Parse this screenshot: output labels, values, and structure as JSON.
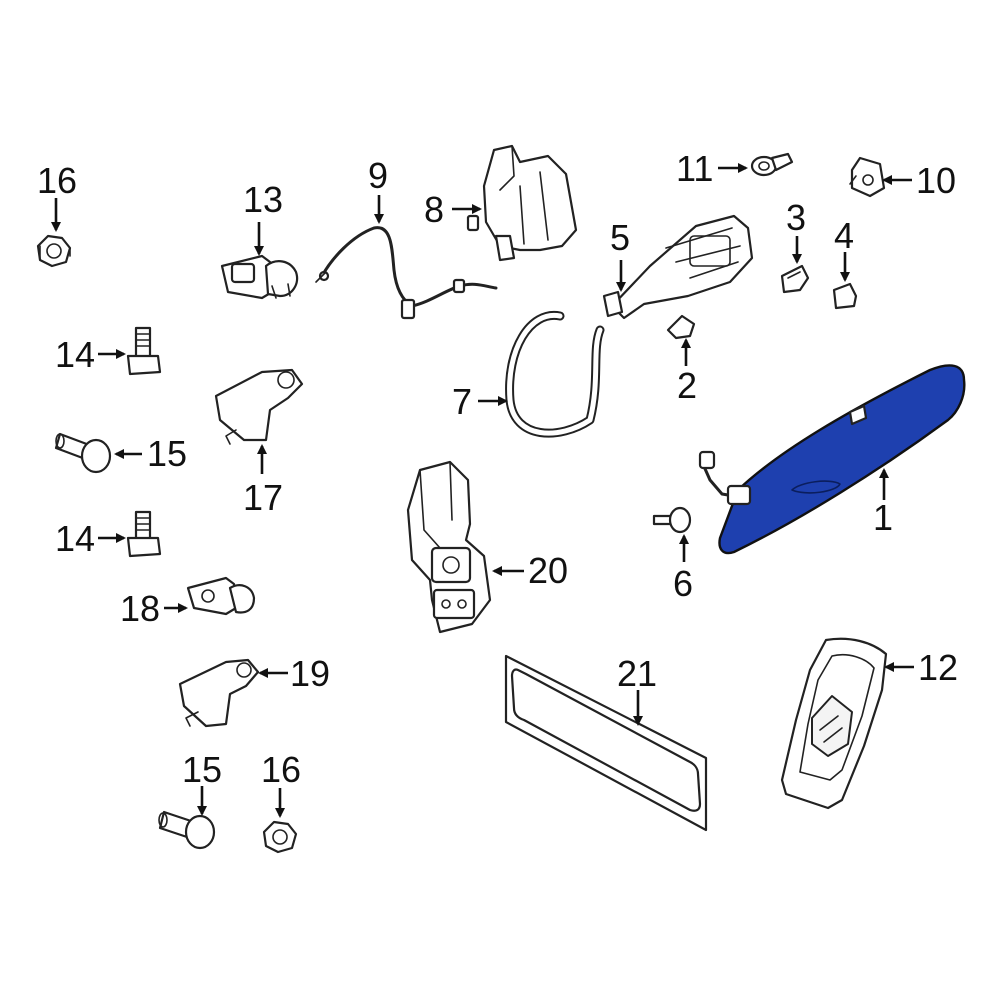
{
  "colors": {
    "highlight": "#1e40af",
    "line": "#222222",
    "background": "#ffffff"
  },
  "callouts": {
    "c1": "1",
    "c2": "2",
    "c3": "3",
    "c4": "4",
    "c5": "5",
    "c6": "6",
    "c7": "7",
    "c8": "8",
    "c9": "9",
    "c10": "10",
    "c11": "11",
    "c12": "12",
    "c13": "13",
    "c14a": "14",
    "c14b": "14",
    "c15a": "15",
    "c15b": "15",
    "c16a": "16",
    "c16b": "16",
    "c17": "17",
    "c18": "18",
    "c19": "19",
    "c20": "20",
    "c21": "21"
  }
}
